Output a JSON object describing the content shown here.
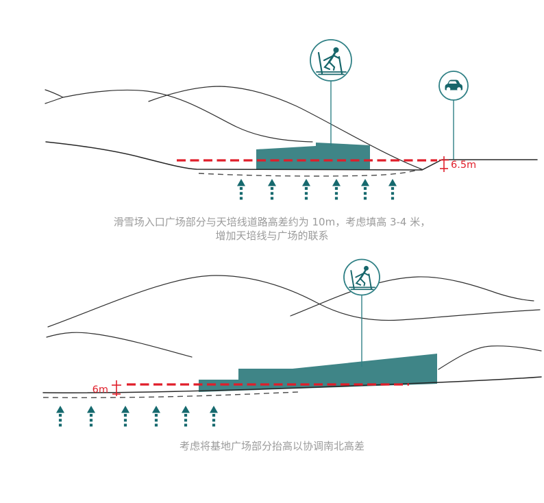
{
  "page": {
    "background": "#ffffff",
    "type": "architectural-section-diagram"
  },
  "colors": {
    "building_teal": "#3f8587",
    "icon_teal": "#17666b",
    "arrow_teal": "#16696e",
    "circle_stroke_teal": "#2f8085",
    "datum_red": "#e01e2a",
    "terrain_line": "#2e2e2e",
    "excavation_dash_gray": "#4b4b4b",
    "caption_gray": "#9b9b9b"
  },
  "top_diagram": {
    "skier_icon": "skier-icon",
    "car_icon": "car-icon",
    "dimension_label": "6.5m",
    "arrow_count": 6,
    "caption_line1": "滑雪场入口广场部分与天培线道路高差约为 10m，考虑填高 3-4 米，",
    "caption_line2": "增加天培线与广场的联系"
  },
  "bottom_diagram": {
    "skier_icon": "skier-icon",
    "dimension_label": "6m",
    "arrow_count": 6,
    "caption": "考虑将基地广场部分抬高以协调南北高差"
  }
}
